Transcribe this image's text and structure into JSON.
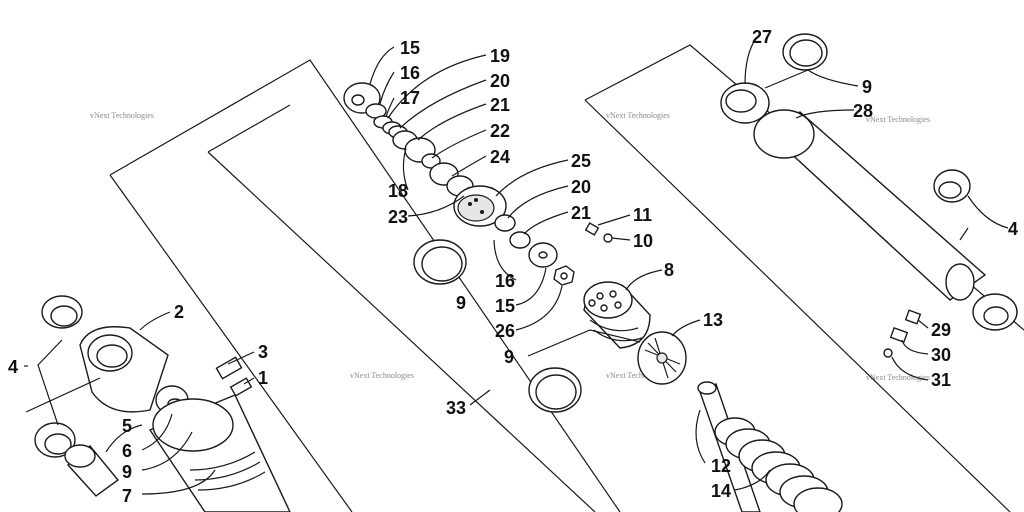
{
  "watermark_text": "vNext Technologies",
  "callouts": [
    "15",
    "16",
    "17",
    "19",
    "20",
    "21",
    "22",
    "24",
    "18",
    "23",
    "25",
    "20",
    "21",
    "11",
    "10",
    "16",
    "15",
    "26",
    "8",
    "9",
    "9",
    "13",
    "33",
    "12",
    "14",
    "2",
    "3",
    "1",
    "4",
    "5",
    "6",
    "9",
    "7",
    "27",
    "9",
    "28",
    "4",
    "29",
    "30",
    "31"
  ]
}
